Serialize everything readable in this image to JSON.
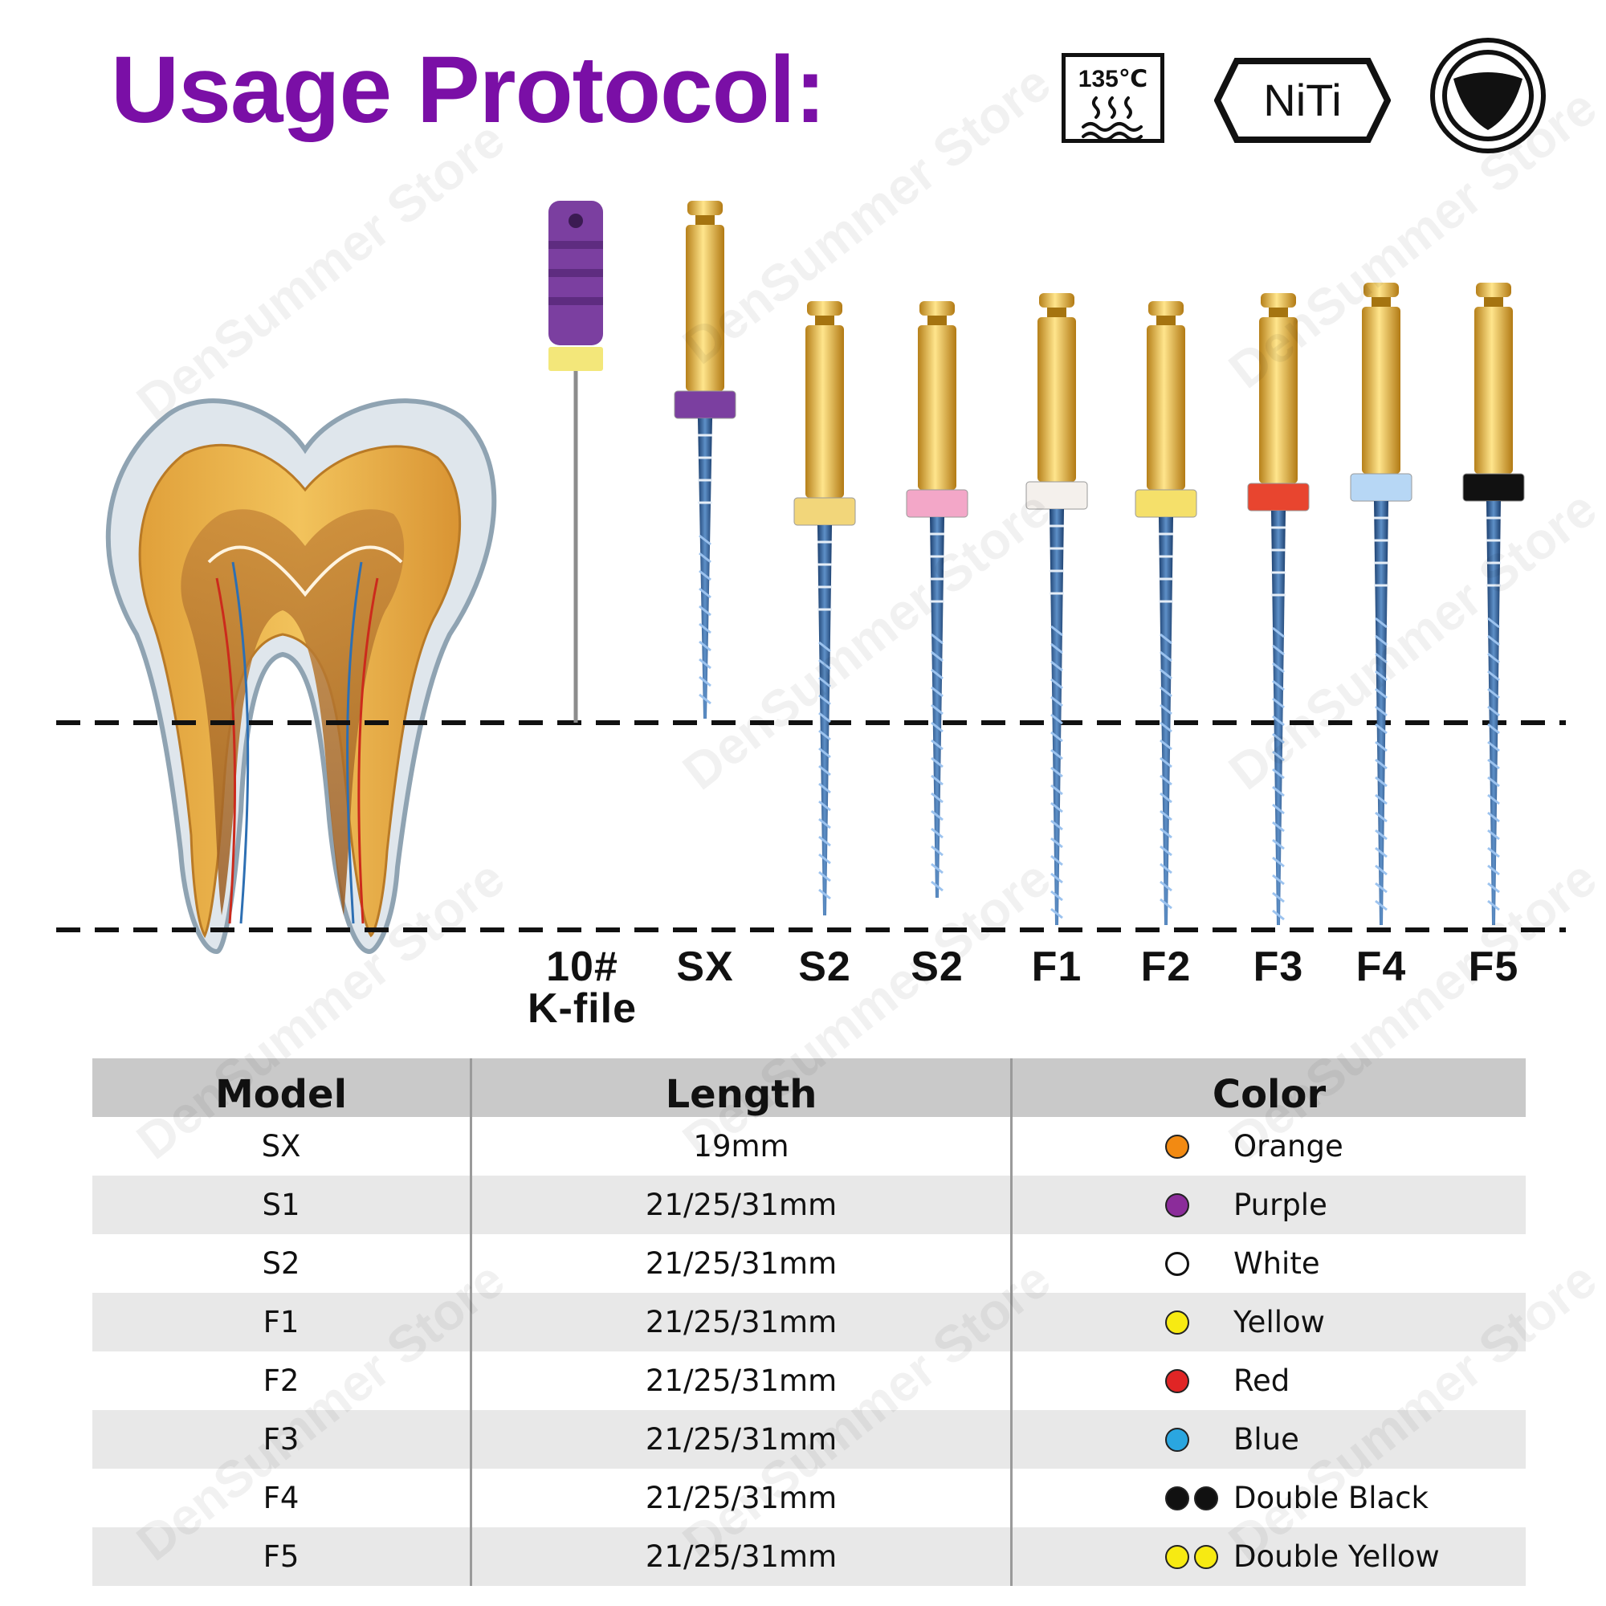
{
  "title": "Usage Protocol:",
  "badges": {
    "temperature": "135℃",
    "material": "NiTi"
  },
  "watermark": "DenSummer Store",
  "file_labels": [
    {
      "line1": "10#",
      "line2": "K-file"
    },
    {
      "line1": "SX",
      "line2": ""
    },
    {
      "line1": "S2",
      "line2": ""
    },
    {
      "line1": "S2",
      "line2": ""
    },
    {
      "line1": "F1",
      "line2": ""
    },
    {
      "line1": "F2",
      "line2": ""
    },
    {
      "line1": "F3",
      "line2": ""
    },
    {
      "line1": "F4",
      "line2": ""
    },
    {
      "line1": "F5",
      "line2": ""
    }
  ],
  "file_ring_colors": [
    "#7b3fa0",
    "#f2d67a",
    "#f3a7c8",
    "#f4f0ec",
    "#f5e06a",
    "#e8452f",
    "#b7d7f5",
    "#111111",
    "#111111"
  ],
  "table": {
    "headers": [
      "Model",
      "Length",
      "Color"
    ],
    "rows": [
      {
        "model": "SX",
        "length": "19mm",
        "color": "Orange",
        "dots": [
          "#f28a12"
        ]
      },
      {
        "model": "S1",
        "length": "21/25/31mm",
        "color": "Purple",
        "dots": [
          "#8b2c9a"
        ]
      },
      {
        "model": "S2",
        "length": "21/25/31mm",
        "color": "White",
        "dots": [
          "#ffffff"
        ]
      },
      {
        "model": "F1",
        "length": "21/25/31mm",
        "color": "Yellow",
        "dots": [
          "#f7ea12"
        ]
      },
      {
        "model": "F2",
        "length": "21/25/31mm",
        "color": "Red",
        "dots": [
          "#e02525"
        ]
      },
      {
        "model": "F3",
        "length": "21/25/31mm",
        "color": "Blue",
        "dots": [
          "#2aa6e0"
        ]
      },
      {
        "model": "F4",
        "length": "21/25/31mm",
        "color": "Double Black",
        "dots": [
          "#111111",
          "#111111"
        ]
      },
      {
        "model": "F5",
        "length": "21/25/31mm",
        "color": "Double Yellow",
        "dots": [
          "#f7ea12",
          "#f7ea12"
        ]
      }
    ]
  }
}
